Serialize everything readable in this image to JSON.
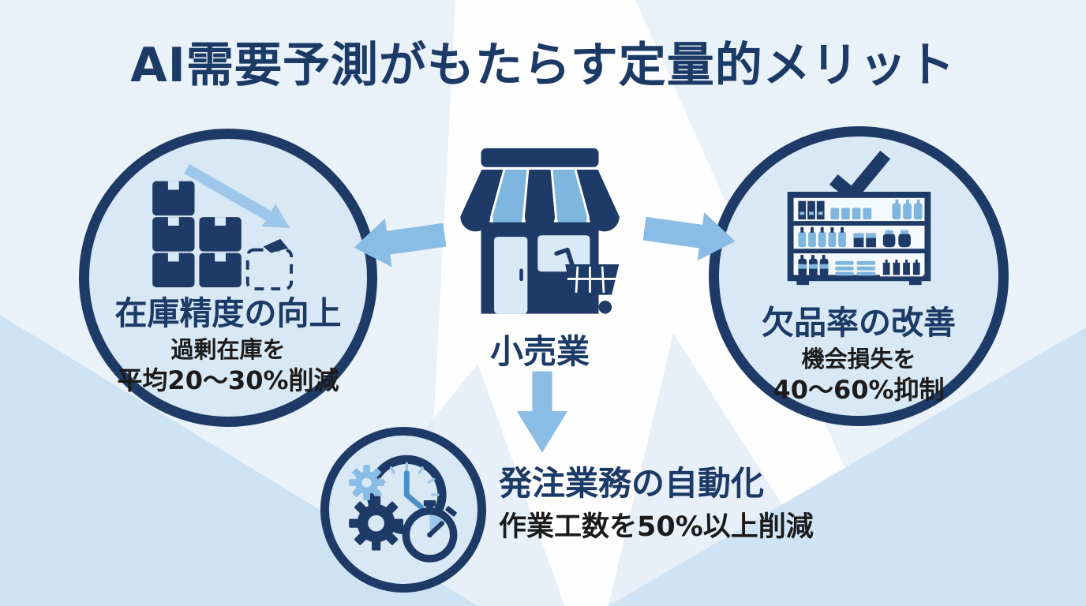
{
  "title": "AI需要予測がもたらす定量的メリット",
  "center": {
    "label": "小売業",
    "icon": "storefront-cart-icon"
  },
  "benefits": {
    "inventory": {
      "heading": "在庫精度の向上",
      "line1": "過剰在庫を",
      "line2": "平均20〜30%削減",
      "icon": "inventory-boxes-decrease-icon"
    },
    "stockout": {
      "heading": "欠品率の改善",
      "line1": "機会損失を",
      "line2": "40〜60%抑制",
      "icon": "stocked-shelf-check-icon"
    },
    "ordering": {
      "heading": "発注業務の自動化",
      "line1": "作業工数を50%以上削減",
      "icon": "gears-clock-stopwatch-icon"
    }
  },
  "arrows": [
    "arrow-left-icon",
    "arrow-right-icon",
    "arrow-down-icon"
  ],
  "colors": {
    "navy": "#1e3a66",
    "circle_fill": "#d9e8f5",
    "sky": "#7eb6e0",
    "arrow_blue": "#8abde5",
    "pale_blue": "#d9eaf7",
    "text_dark": "#1b1b1b",
    "background": "#e9f1f9",
    "corner_blue": "#cde2f3"
  }
}
